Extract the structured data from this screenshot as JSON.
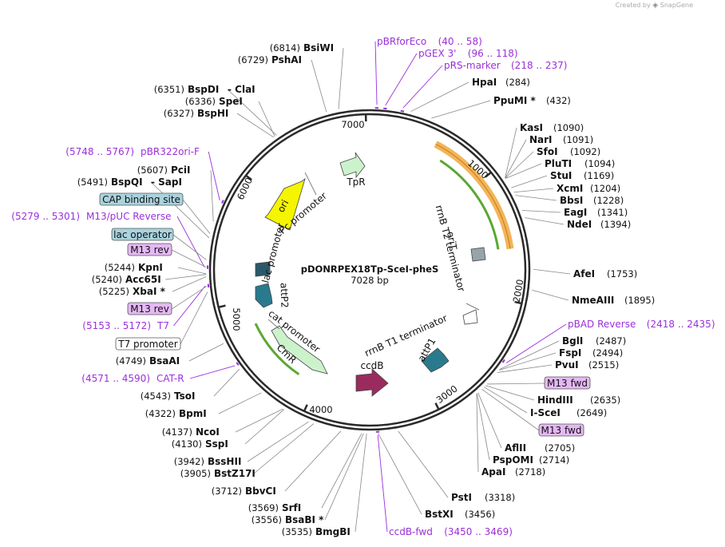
{
  "watermark": {
    "prefix": "Created by",
    "brand": "SnapGene"
  },
  "plasmid": {
    "name": "pDONRPEX18Tp-SceI-pheS",
    "size": "7028 bp",
    "length": 7028
  },
  "ticks": [
    "1000",
    "2000",
    "3000",
    "4000",
    "5000",
    "6000",
    "7000"
  ],
  "colors": {
    "primer": "#9b30d9",
    "line": "#777777",
    "backbone": "#2a2a2a"
  },
  "enzymes": [
    {
      "name": "BsiWI",
      "num": "(6814)"
    },
    {
      "name": "PshAI",
      "num": "(6729)"
    },
    {
      "name": "BspDI",
      "suffix": "- ClaI",
      "num": "(6351)"
    },
    {
      "name": "SpeI",
      "num": "(6336)"
    },
    {
      "name": "BspHI",
      "num": "(6327)"
    },
    {
      "name": "PciI",
      "num": "(5607)"
    },
    {
      "name": "BspQI",
      "suffix": "- SapI",
      "num": "(5491)"
    },
    {
      "name": "KpnI",
      "num": "(5244)"
    },
    {
      "name": "Acc65I",
      "num": "(5240)"
    },
    {
      "name": "XbaI *",
      "num": "(5225)"
    },
    {
      "name": "BsaAI",
      "num": "(4749)"
    },
    {
      "name": "TsoI",
      "num": "(4543)"
    },
    {
      "name": "BpmI",
      "num": "(4322)"
    },
    {
      "name": "NcoI",
      "num": "(4137)"
    },
    {
      "name": "SspI",
      "num": "(4130)"
    },
    {
      "name": "BssHII",
      "num": "(3942)"
    },
    {
      "name": "BstZ17I",
      "num": "(3905)"
    },
    {
      "name": "BbvCI",
      "num": "(3712)"
    },
    {
      "name": "SrfI",
      "num": "(3569)"
    },
    {
      "name": "BsaBI *",
      "num": "(3556)"
    },
    {
      "name": "BmgBI",
      "num": "(3535)"
    },
    {
      "name": "HpaI",
      "num": "(284)"
    },
    {
      "name": "PpuMI *",
      "num": "(432)"
    },
    {
      "name": "KasI",
      "num": "(1090)"
    },
    {
      "name": "NarI",
      "num": "(1091)"
    },
    {
      "name": "SfoI",
      "num": "(1092)"
    },
    {
      "name": "PluTI",
      "num": "(1094)"
    },
    {
      "name": "StuI",
      "num": "(1169)"
    },
    {
      "name": "XcmI",
      "num": "(1204)"
    },
    {
      "name": "BbsI",
      "num": "(1228)"
    },
    {
      "name": "EagI",
      "num": "(1341)"
    },
    {
      "name": "NdeI",
      "num": "(1394)"
    },
    {
      "name": "AfeI",
      "num": "(1753)"
    },
    {
      "name": "NmeAIII",
      "num": "(1895)"
    },
    {
      "name": "BglI",
      "num": "(2487)"
    },
    {
      "name": "FspI",
      "num": "(2494)"
    },
    {
      "name": "PvuI",
      "num": "(2515)"
    },
    {
      "name": "HindIII",
      "num": "(2635)"
    },
    {
      "name": "I-SceI",
      "num": "(2649)"
    },
    {
      "name": "AflII",
      "num": "(2705)"
    },
    {
      "name": "PspOMI",
      "num": "(2714)"
    },
    {
      "name": "ApaI",
      "num": "(2718)"
    },
    {
      "name": "PstI",
      "num": "(3318)"
    },
    {
      "name": "BstXI",
      "num": "(3456)"
    }
  ],
  "primers": [
    {
      "name": "pBRforEco",
      "range": "(40 .. 58)"
    },
    {
      "name": "pGEX 3'",
      "range": "(96 .. 118)"
    },
    {
      "name": "pRS-marker",
      "range": "(218 .. 237)"
    },
    {
      "name": "pBR322ori-F",
      "range": "(5748 .. 5767)"
    },
    {
      "name": "M13/pUC Reverse",
      "range": "(5279 .. 5301)"
    },
    {
      "name": "T7",
      "range": "(5153 .. 5172)"
    },
    {
      "name": "CAT-R",
      "range": "(4571 .. 4590)"
    },
    {
      "name": "pBAD Reverse",
      "range": "(2418 .. 2435)"
    },
    {
      "name": "ccdB-fwd",
      "range": "(3450 .. 3469)"
    }
  ],
  "boxes": [
    {
      "text": "CAP binding site",
      "fill": "#a9d3de"
    },
    {
      "text": "lac operator",
      "fill": "#a9d3de"
    },
    {
      "text": "M13 rev",
      "fill": "#e5b8f5"
    },
    {
      "text": "M13 rev",
      "fill": "#e5b8f5"
    },
    {
      "text": "T7 promoter",
      "fill": "#ffffff"
    },
    {
      "text": "M13 fwd",
      "fill": "#e5b8f5"
    },
    {
      "text": "M13 fwd",
      "fill": "#e5b8f5"
    }
  ],
  "features": [
    "TpR",
    "ori",
    "Pc promoter",
    "lac promoter",
    "attP2",
    "cat promoter",
    "CmR",
    "ccdB",
    "rrnB T1 terminator",
    "attP1",
    "oriT",
    "rrnB T2 terminator"
  ]
}
